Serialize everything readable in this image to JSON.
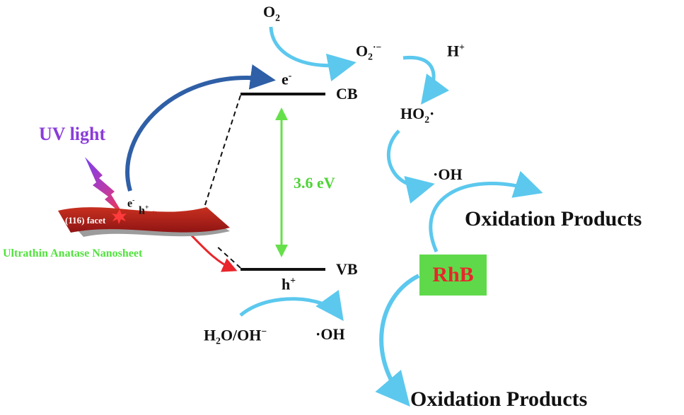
{
  "labels": {
    "o2": "O",
    "o2_sub": "2",
    "superoxide": "O",
    "superoxide_sub": "2",
    "superoxide_sup": "·−",
    "h_plus": "H",
    "h_plus_sup": "+",
    "ho2": "HO",
    "ho2_sub": "2",
    "ho2_dot": "·",
    "oh_top": "·OH",
    "cb": "CB",
    "vb": "VB",
    "e_cb": "e",
    "e_cb_sup": "-",
    "h_vb": "h",
    "h_vb_sup": "+",
    "e_sheet": "e",
    "e_sheet_sup": "-",
    "h_sheet": "h",
    "h_sheet_sup": "+",
    "band_gap": "3.6 eV",
    "uv_light": "UV light",
    "facet": "(116) facet",
    "nanosheet": "Ultrathin Anatase Nanosheet",
    "oxidation_top": "Oxidation Products",
    "rhb": "RhB",
    "h2o": "H",
    "h2o_sub": "2",
    "h2o_rest": "O/OH",
    "h2o_sup": "−",
    "oh_bottom": "·OH",
    "oxidation_bottom": "Oxidation Products"
  },
  "colors": {
    "band_line": "#111111",
    "band_gap_arrow": "#66e04a",
    "band_gap_text": "#4fd336",
    "uv_text": "#8a3cd8",
    "nanosheet_text": "#52e23e",
    "facet_text": "#ffffff",
    "electron_arrow": "#2f5fa6",
    "hole_arrow": "#e8262b",
    "light_blue_arrow": "#5cc8ee",
    "rhb_box": "#5fd94a",
    "rhb_text": "#e8262b",
    "sheet": "#b01d1d"
  }
}
